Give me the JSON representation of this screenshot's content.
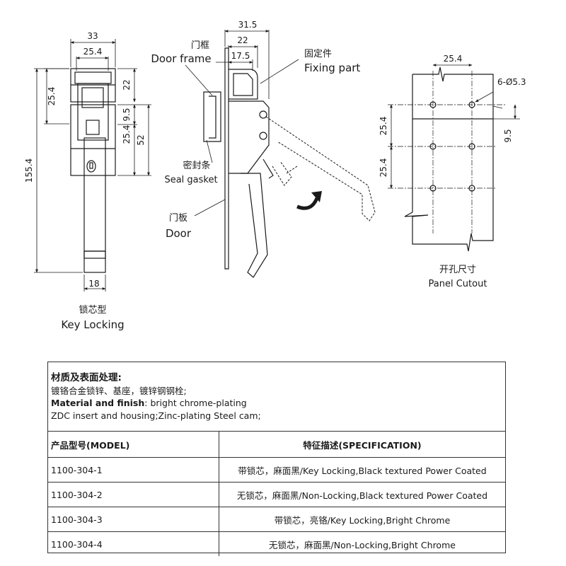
{
  "dimensions": {
    "d33": "33",
    "d25_4_top": "25.4",
    "d22_right": "22",
    "d25_4_left": "25.4",
    "d9_5": "9.5",
    "d25_4_mid": "25.4",
    "d52": "52",
    "d155_4": "155.4",
    "d18": "18",
    "d31_5": "31.5",
    "d22_side": "22",
    "d17_5": "17.5",
    "p25_4_top": "25.4",
    "p_holes": "6-Ø5.3",
    "p25_4_a": "25.4",
    "p9_5": "9.5",
    "p25_4_b": "25.4"
  },
  "labels": {
    "door_frame_cn": "门框",
    "door_frame_en": "Door frame",
    "fixing_cn": "固定件",
    "fixing_en": "Fixing part",
    "seal_cn": "密封条",
    "seal_en": "Seal gasket",
    "door_cn": "门板",
    "door_en": "Door",
    "key_cn": "锁芯型",
    "key_en": "Key Locking",
    "cutout_cn": "开孔尺寸",
    "cutout_en": "Panel Cutout"
  },
  "spec": {
    "materials_title": "材质及表面处理:",
    "materials_cn": "镀铬合金锁锌、基座，镀锌钢钢栓;",
    "materials_en_bold": "Material and finish",
    "materials_en_rest": ": bright chrome-plating",
    "materials_en_line2": "ZDC insert and housing;Zinc-plating Steel cam;",
    "header_model": "产品型号(MODEL)",
    "header_spec": "特征描述(SPECIFICATION)",
    "rows": [
      {
        "model": "1100-304-1",
        "spec": "带锁芯，麻面黑/Key Locking,Black textured Power Coated"
      },
      {
        "model": "1100-304-2",
        "spec": "无锁芯，麻面黑/Non-Locking,Black textured Power Coated"
      },
      {
        "model": "1100-304-3",
        "spec": "带锁芯，亮铬/Key Locking,Bright Chrome"
      },
      {
        "model": "1100-304-4",
        "spec": "无锁芯，麻面黑/Non-Locking,Bright Chrome"
      }
    ]
  }
}
